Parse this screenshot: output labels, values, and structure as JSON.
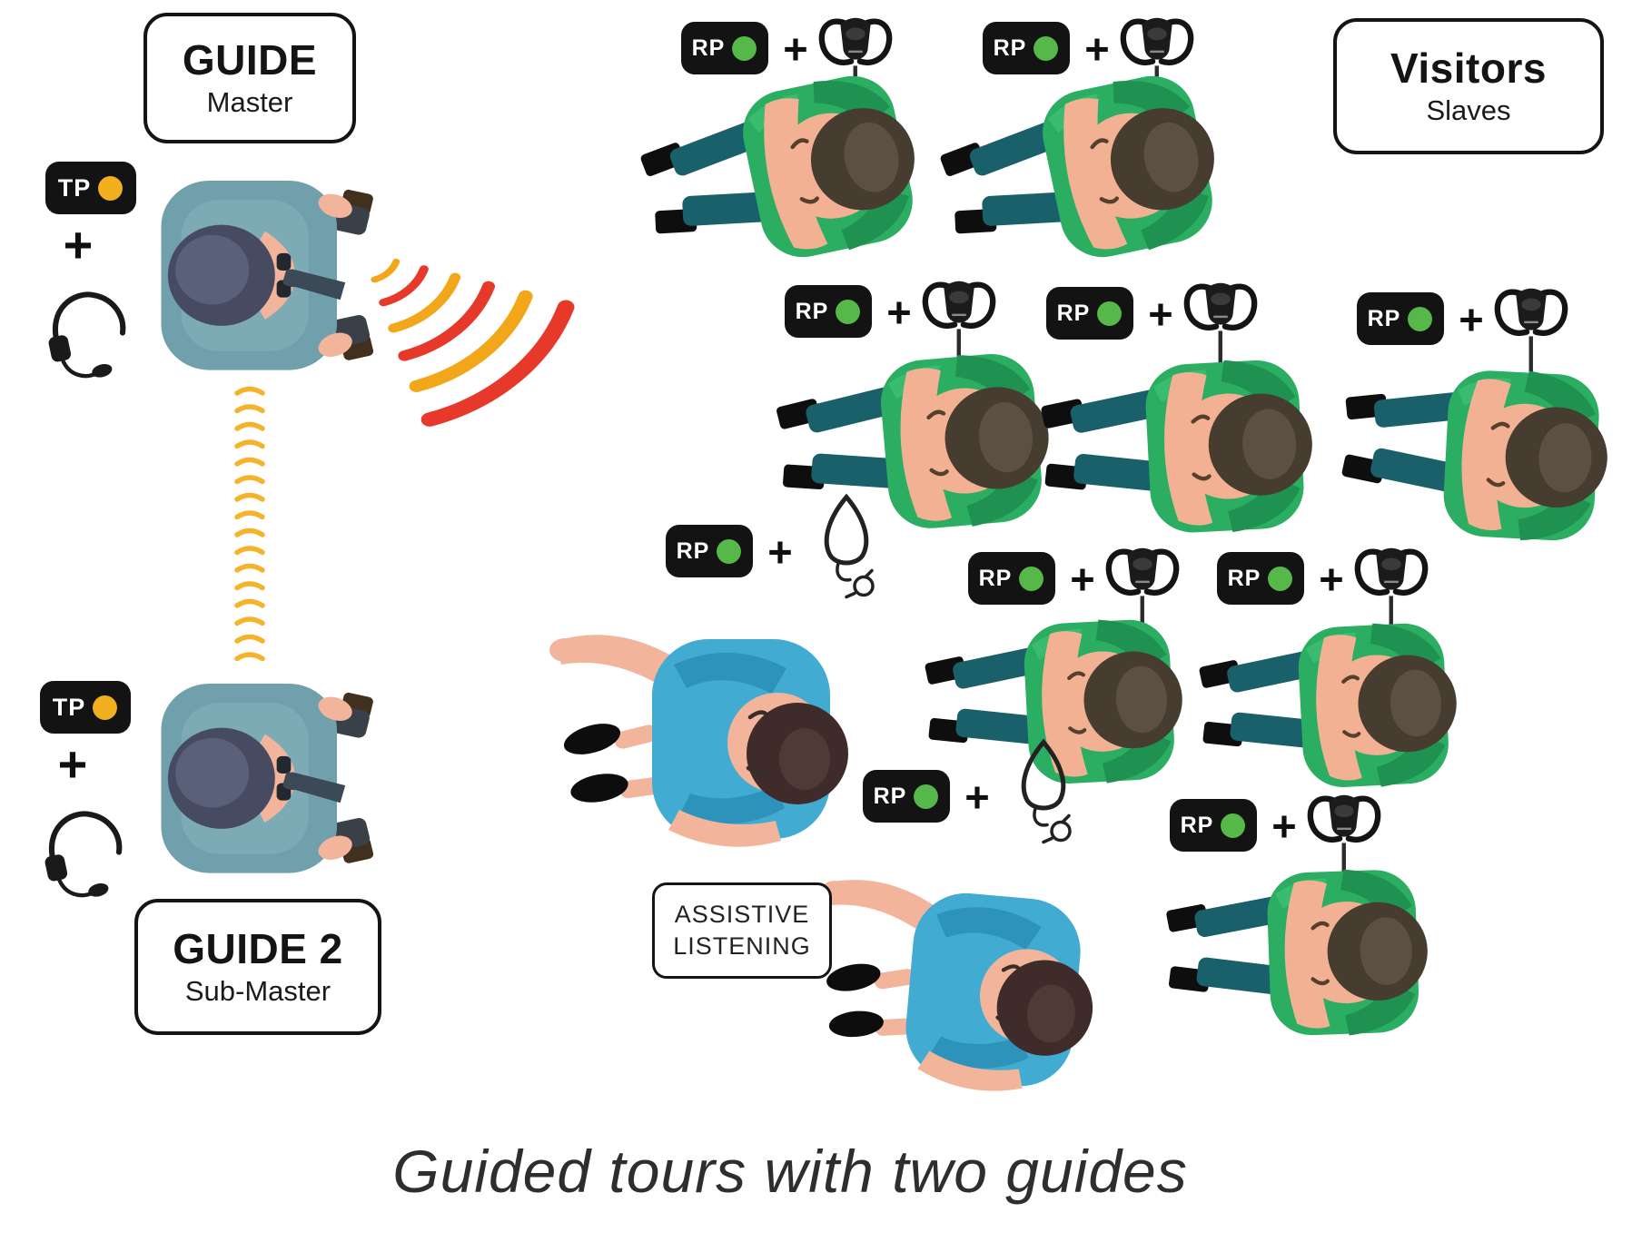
{
  "caption": "Guided tours with two guides",
  "labels": {
    "guide_master": {
      "title": "GUIDE",
      "subtitle": "Master"
    },
    "guide_sub": {
      "title": "GUIDE 2",
      "subtitle": "Sub-Master"
    },
    "visitors": {
      "title": "Visitors",
      "subtitle": "Slaves"
    },
    "assistive_listening": {
      "line1": "ASSISTIVE",
      "line2": "LISTENING"
    }
  },
  "devices": {
    "transmitter": {
      "label": "TP",
      "led_color": "#F2B01E"
    },
    "receiver": {
      "label": "RP",
      "led_color": "#55B848"
    },
    "plus_sign": "+"
  },
  "colors": {
    "wave_yellow": "#F2A71B",
    "wave_red": "#E7392A",
    "link_yellow": "#F4B32A",
    "badge_black": "#131313",
    "visitor_shirt_green": "#2BAD62",
    "visitor_legs_teal": "#19606B",
    "guide_jacket_teal": "#6FA0AB",
    "guide_hat_navy": "#474B62",
    "assistive_top_blue": "#41ABD2",
    "skin": "#F2B193"
  },
  "icons": {
    "transmitter_accessory": "headset-icon",
    "receiver_accessory": "headphone-icon",
    "assistive_accessory": "neckloop-icon",
    "broadcast": "signal-waves-icon",
    "guide_link": "dotted-link-icon"
  }
}
